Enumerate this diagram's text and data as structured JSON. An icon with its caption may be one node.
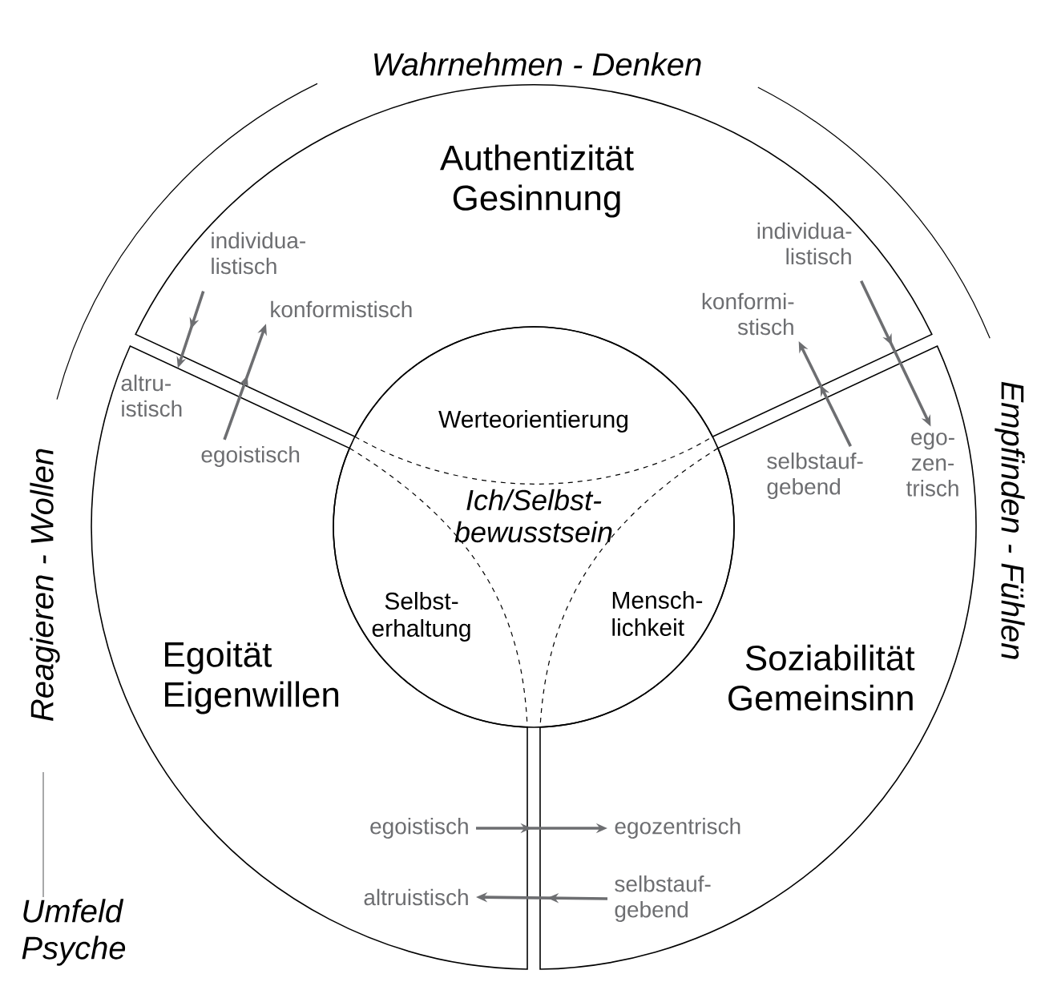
{
  "diagram": {
    "nodes": [
      {
        "text": [
          "Authentizität Gesinnung"
        ]
      },
      {
        "text": [
          "Egoität Eigenwillen"
        ]
      },
      {
        "text": [
          "Soziabilität Gemeinsinn"
        ]
      },
      {
        "text": [
          "Werteorientierung",
          "Ich/Selbst- bewusstsein",
          "Selbst- erhaltung",
          "Mensch- lichkeit"
        ]
      },
      {
        "text": [
          "individua- listisch"
        ],
        "in": 0
      },
      {
        "text": [
          "konformistisch"
        ],
        "in": 0
      },
      {
        "text": [
          "altru- istisch"
        ],
        "in": 1
      },
      {
        "text": [
          "egoistisch"
        ],
        "in": 1
      },
      {
        "text": [
          "individua- listisch"
        ],
        "in": 0
      },
      {
        "text": [
          "konformi- stisch"
        ],
        "in": 0
      },
      {
        "text": [
          "ego- zen- trisch"
        ],
        "in": 2
      },
      {
        "text": [
          "selbstauf- gebend"
        ],
        "in": 2
      },
      {
        "text": [
          "egoistisch"
        ],
        "in": 1
      },
      {
        "text": [
          "egozentrisch"
        ],
        "in": 2
      },
      {
        "text": [
          "altruistisch"
        ],
        "in": 1
      },
      {
        "text": [
          "selbstauf- gebend"
        ],
        "in": 2
      }
    ],
    "edges": [
      {
        "from": 4,
        "to": 6,
        "arrow": "to"
      },
      {
        "from": 7,
        "to": 5,
        "arrow": "to"
      },
      {
        "from": 8,
        "to": 10,
        "arrow": "to"
      },
      {
        "from": 11,
        "to": 9,
        "arrow": "to"
      },
      {
        "from": 12,
        "to": 13,
        "arrow": "to"
      },
      {
        "from": 15,
        "to": 14,
        "arrow": "to"
      }
    ],
    "labels": [
      "Wahrnehmen - Denken",
      "Empfinden - Fühlen",
      "Reagieren - Wollen",
      "Umfeld Psyche"
    ]
  }
}
